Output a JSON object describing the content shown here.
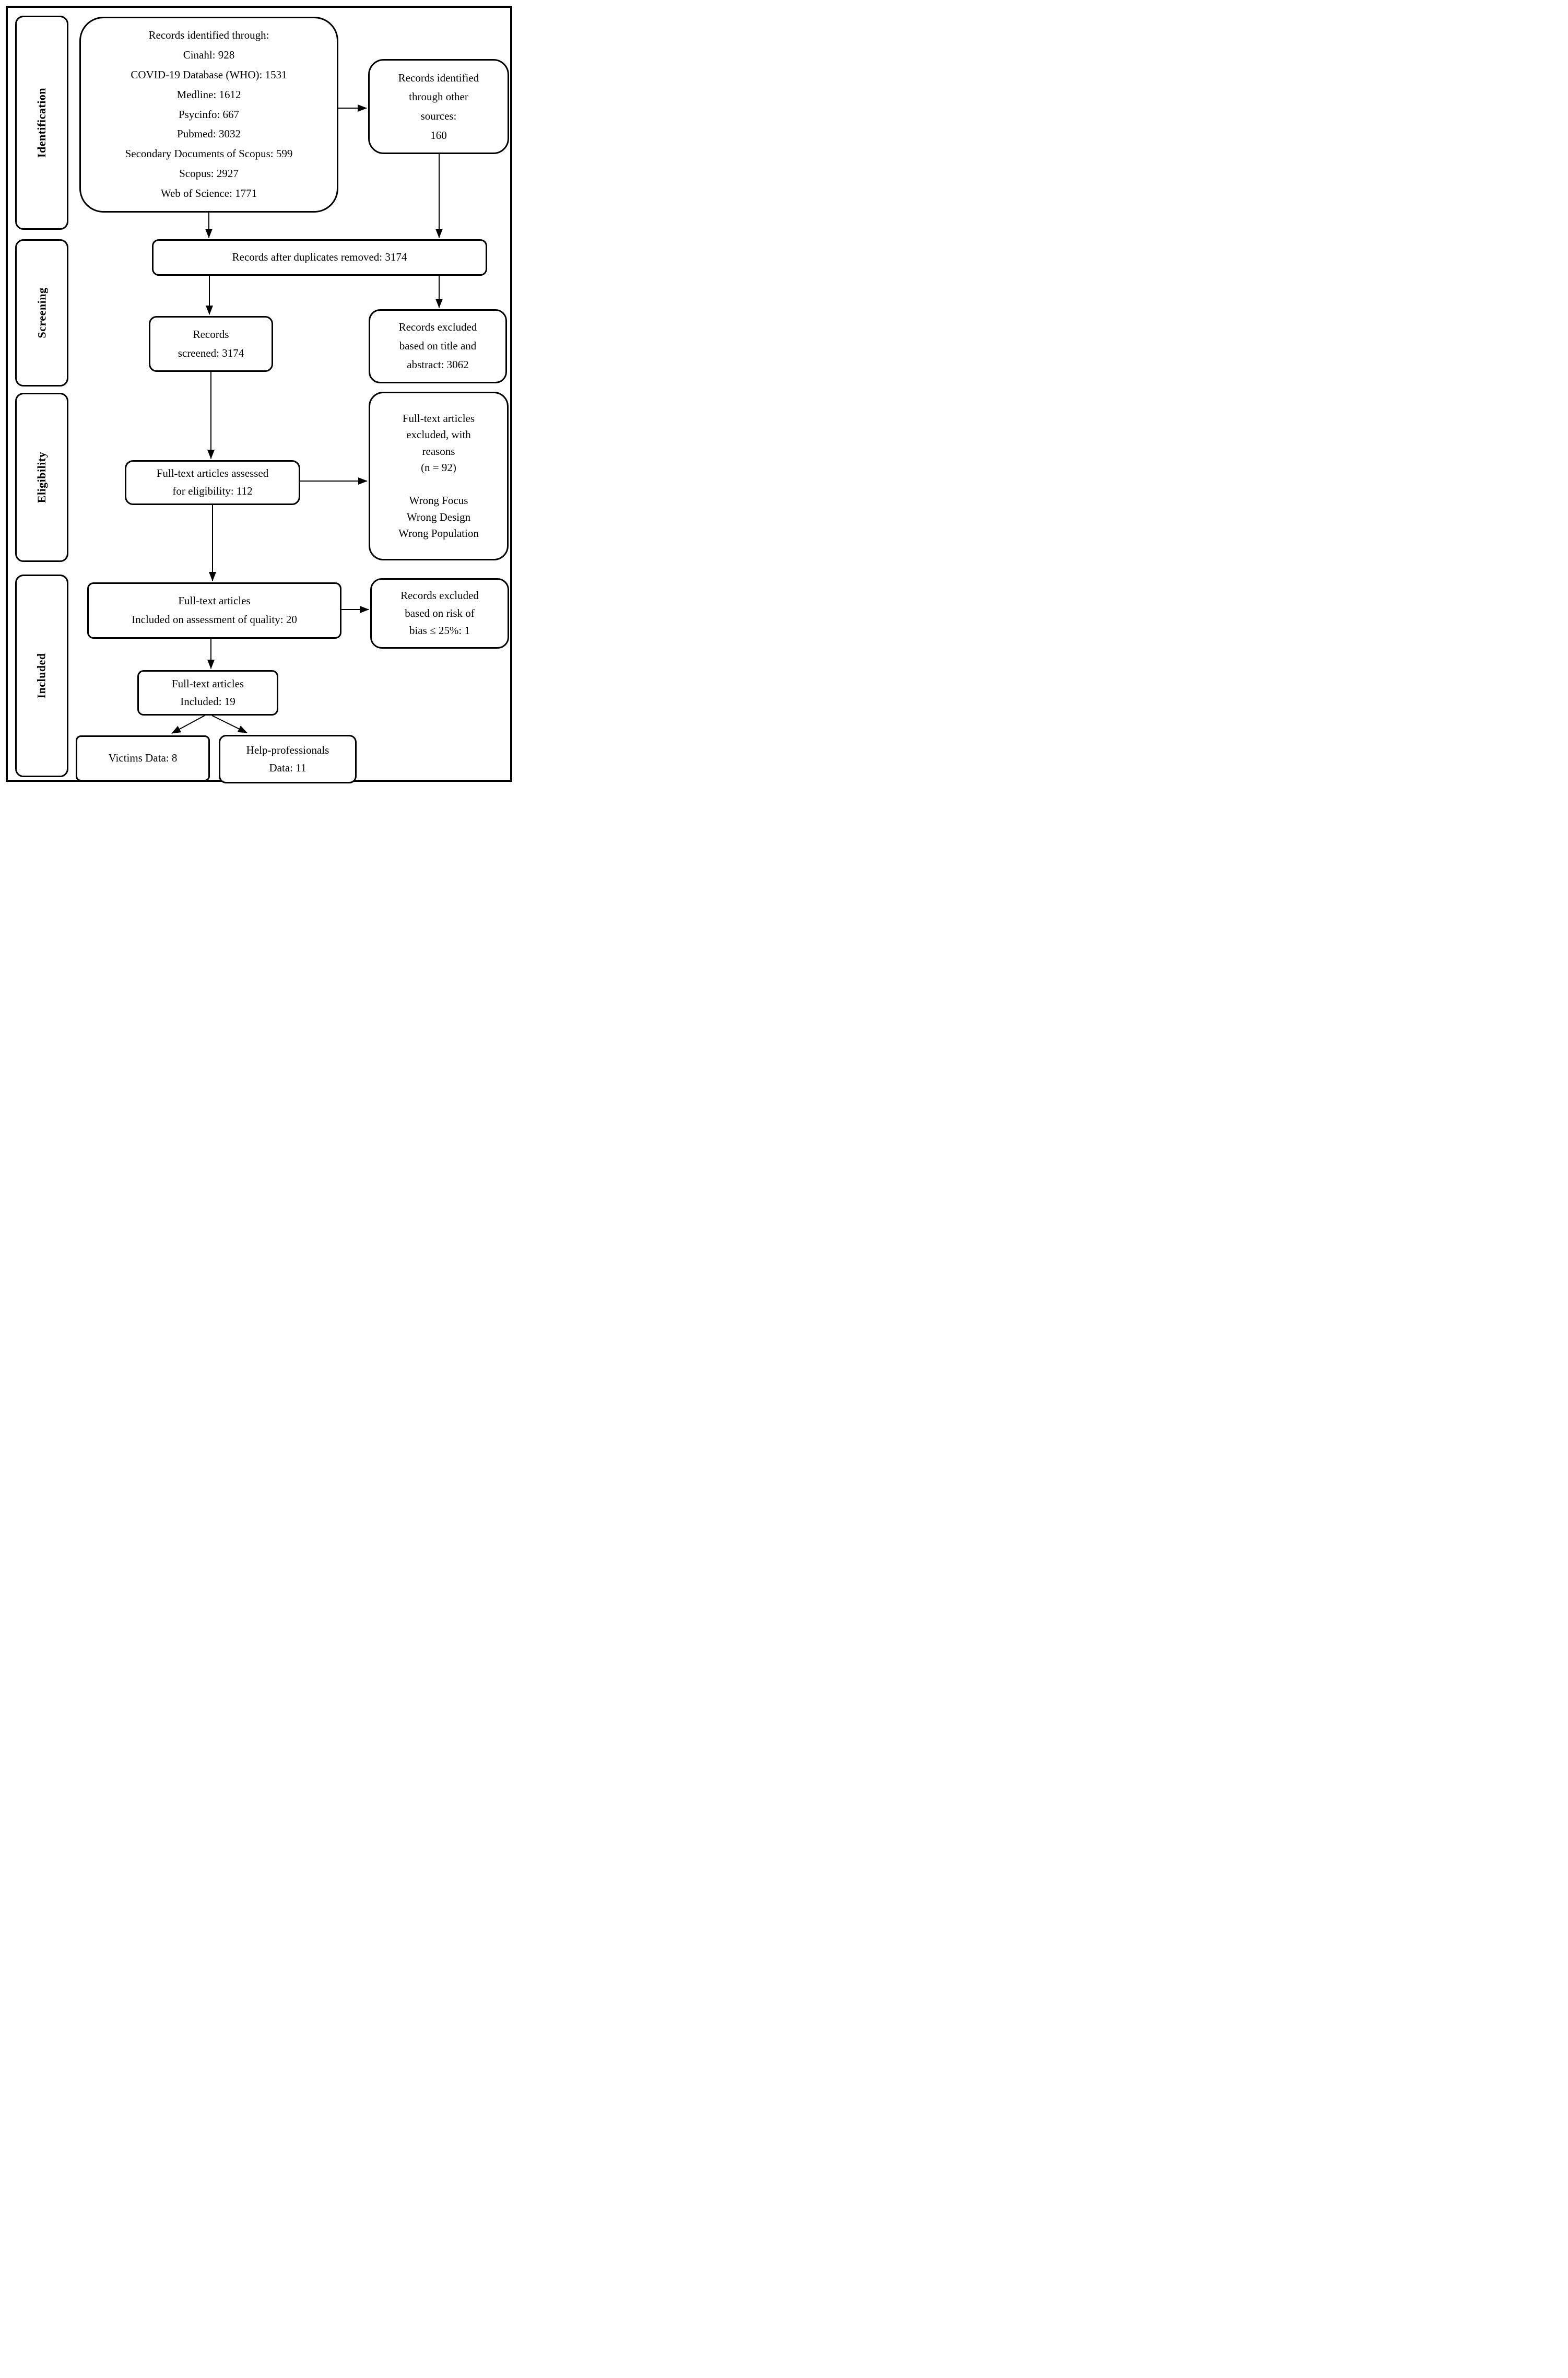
{
  "figure": {
    "type": "PRISMA flow diagram",
    "colors": {
      "line": "#000000",
      "background": "#ffffff"
    }
  },
  "sidebar": {
    "items": [
      {
        "label": "Identification"
      },
      {
        "label": "Screening"
      },
      {
        "label": "Eligibility"
      },
      {
        "label": "Included"
      }
    ]
  },
  "nodes": {
    "records_identified": {
      "text": "Records identified through:\nCinahl: 928\nCOVID-19 Database (WHO): 1531\nMedline: 1612\nPsycinfo: 667\nPubmed: 3032\nSecondary Documents of Scopus: 599\nScopus: 2927\nWeb of Science: 1771"
    },
    "other_sources": {
      "text": "Records identified\nthrough other\nsources:\n160"
    },
    "duplicates_removed": {
      "text": "Records after duplicates removed: 3174"
    },
    "records_screened": {
      "text": "Records\nscreened: 3174"
    },
    "excluded_title_abstract": {
      "text": "Records excluded\nbased on title and\nabstract: 3062"
    },
    "assessed_eligibility": {
      "text": "Full-text articles assessed\nfor eligibility: 112"
    },
    "excluded_with_reasons": {
      "text": "Full-text articles\nexcluded, with\nreasons\n(n = 92)\n\nWrong Focus\nWrong Design\nWrong Population"
    },
    "included_quality": {
      "text": "Full-text articles\nIncluded on assessment of quality: 20"
    },
    "excluded_bias": {
      "text": "Records excluded\nbased on risk of\nbias ≤ 25%: 1"
    },
    "included_final": {
      "text": "Full-text articles\nIncluded: 19"
    },
    "victims": {
      "text": "Victims Data: 8"
    },
    "help_professionals": {
      "text": "Help-professionals\nData: 11"
    }
  }
}
